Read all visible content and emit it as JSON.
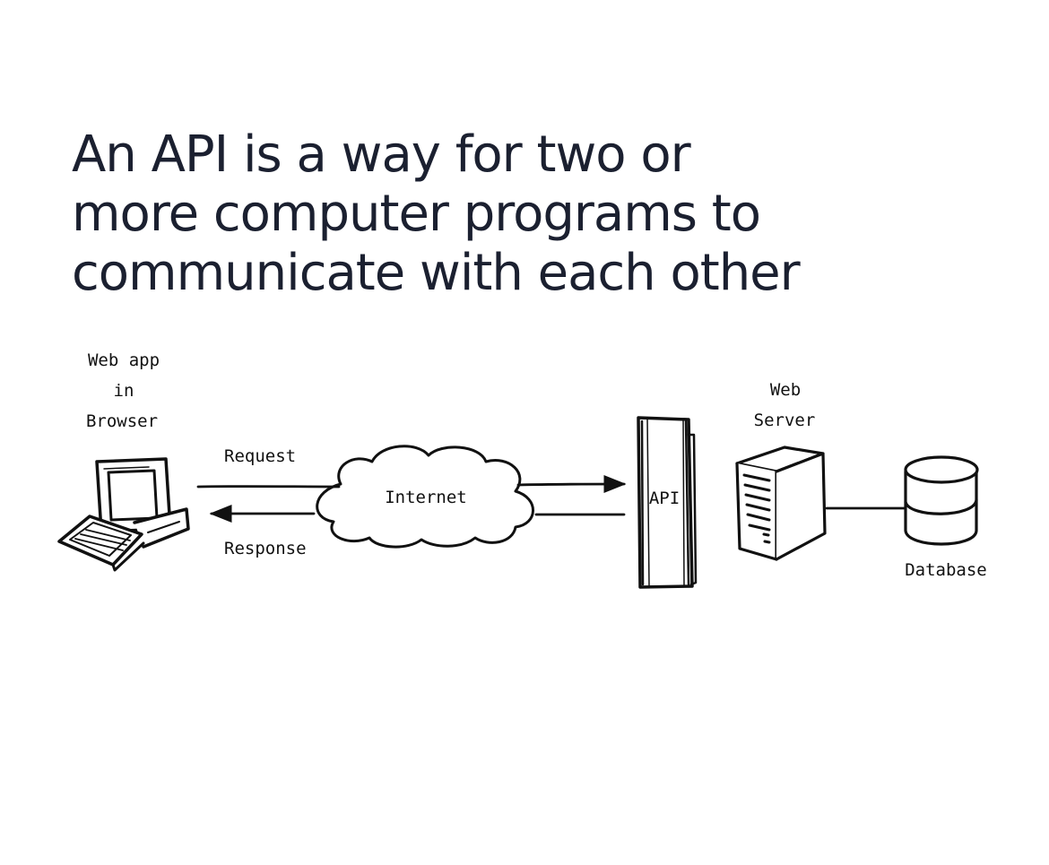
{
  "headline": {
    "line1": "An API is a way for two or",
    "line2": "more computer programs to",
    "line3": "communicate with each other"
  },
  "diagram": {
    "client_label": {
      "line1": "Web app",
      "line2": "in",
      "line3": "Browser"
    },
    "request_label": "Request",
    "response_label": "Response",
    "internet_label": "Internet",
    "api_label": "API",
    "server_label": {
      "line1": "Web",
      "line2": "Server"
    },
    "database_label": "Database",
    "icons": [
      "computer-icon",
      "cloud-icon",
      "api-gateway-icon",
      "server-icon",
      "database-icon"
    ],
    "ink_color": "#111111",
    "text_color": "#1b2030"
  }
}
